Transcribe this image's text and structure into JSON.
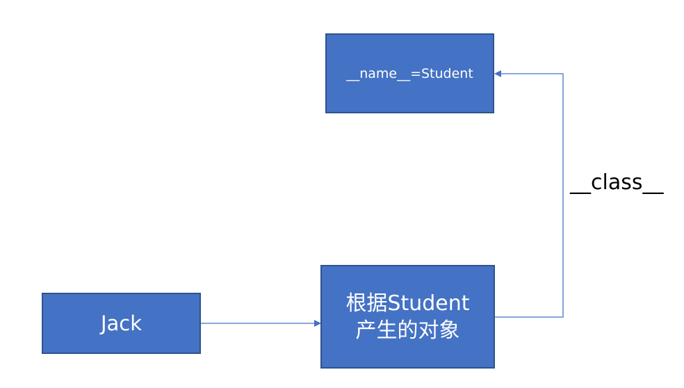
{
  "colors": {
    "box_fill": "#4472C4",
    "box_border": "#2F528F",
    "box_text": "#FFFFFF",
    "connector": "#4472C4",
    "label_text": "#000000"
  },
  "nodes": {
    "class_box": {
      "label": "__name__=Student"
    },
    "jack_box": {
      "label": "Jack"
    },
    "object_box": {
      "line1": "根据Student",
      "line2": "产生的对象"
    }
  },
  "edges": {
    "jack_to_object": {
      "from": "Jack",
      "to": "根据Student产生的对象"
    },
    "object_to_class": {
      "from": "根据Student产生的对象",
      "to": "__name__=Student",
      "label": "__class__"
    }
  }
}
